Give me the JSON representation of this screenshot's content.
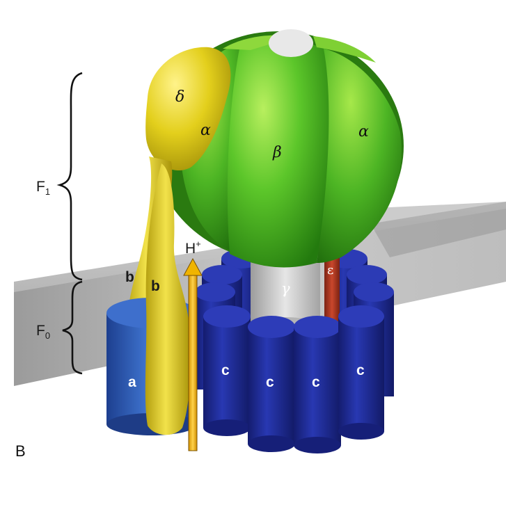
{
  "panel_label": "B",
  "regions": {
    "f1": {
      "main": "F",
      "sub": "1"
    },
    "f0": {
      "main": "F",
      "sub": "0"
    }
  },
  "proton": {
    "main": "H",
    "sup": "+"
  },
  "subunits": {
    "delta": "δ",
    "alpha_left": "α",
    "beta": "β",
    "alpha_right": "α",
    "gamma": "γ",
    "epsilon": "ε",
    "b_outer": "b",
    "b_inner": "b",
    "a": "a",
    "c_labels": [
      "c",
      "c",
      "c",
      "c"
    ]
  },
  "colors": {
    "f1_green": "#5cc62a",
    "f1_green_dark": "#2e8a12",
    "stator_yellow": "#e3cf1c",
    "c_ring_blue": "#1f2a9a",
    "a_subunit_blue": "#2f5fb8",
    "epsilon_red": "#b03a22",
    "membrane_grey": "#b7b7b7",
    "proton_arrow": "#f0b400"
  }
}
